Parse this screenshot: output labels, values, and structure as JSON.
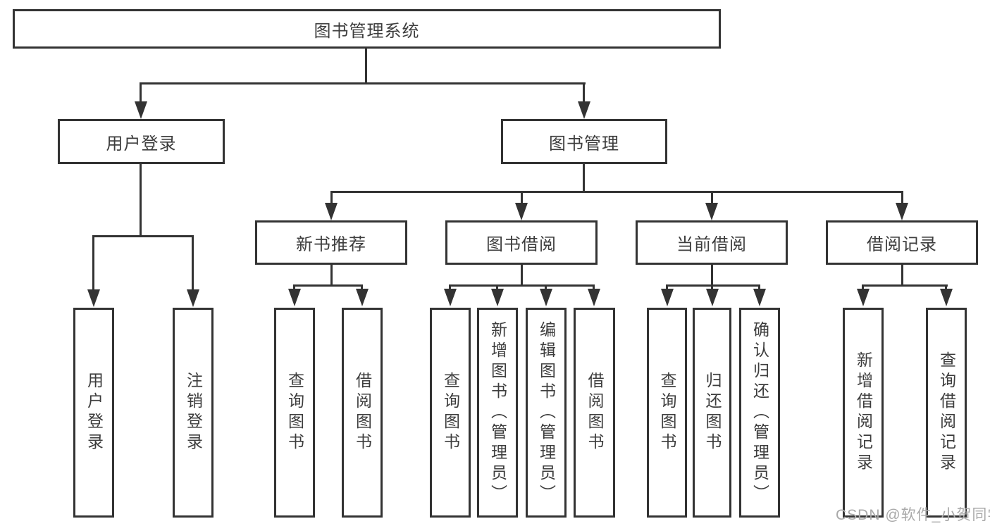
{
  "diagram": {
    "title": "图书管理系统",
    "nodes": {
      "root": {
        "label": "图书管理系统"
      },
      "user_login": {
        "label": "用户登录"
      },
      "book_management": {
        "label": "图书管理"
      },
      "new_book_recommend": {
        "label": "新书推荐"
      },
      "book_borrowing": {
        "label": "图书借阅"
      },
      "current_borrowing": {
        "label": "当前借阅"
      },
      "borrowing_records": {
        "label": "借阅记录"
      },
      "leaf_user_login": {
        "label": "用户登录"
      },
      "leaf_logout_login": {
        "label": "注销登录"
      },
      "leaf_query_books_recommend": {
        "label": "查询图书"
      },
      "leaf_borrow_books_recommend": {
        "label": "借阅图书"
      },
      "leaf_query_books_borrowing": {
        "label": "查询图书"
      },
      "leaf_add_books_admin": {
        "label": "新增图书（管理员）"
      },
      "leaf_edit_books_admin": {
        "label": "编辑图书（管理员）"
      },
      "leaf_borrow_books_borrowing": {
        "label": "借阅图书"
      },
      "leaf_query_books_current": {
        "label": "查询图书"
      },
      "leaf_return_books": {
        "label": "归还图书"
      },
      "leaf_confirm_return_admin": {
        "label": "确认归还（管理员）"
      },
      "leaf_add_borrow_record": {
        "label": "新增借阅记录"
      },
      "leaf_query_borrow_record": {
        "label": "查询借阅记录"
      }
    }
  },
  "watermark": {
    "text": "CSDN @软件_小贺同学"
  },
  "colors": {
    "line": "#333333",
    "text": "#3d3d3d",
    "watermark": "#a9a9a9",
    "background": "#ffffff"
  }
}
